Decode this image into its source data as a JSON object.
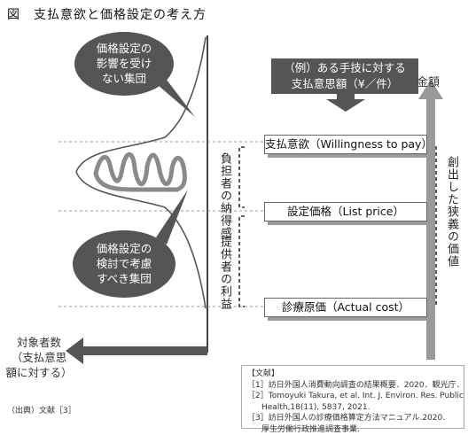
{
  "title": "図　支払意欲と価格設定の考え方",
  "bubble_top": "価格設定の\n影響を受け\nない集団",
  "bubble_bottom": "価格設定の\n検討で考慮\nすべき集団",
  "label_nattoku": "負担者の納得感",
  "label_rieki": "提供者の利益",
  "label_sousyutsu": "創出した狭義の価値",
  "example_box": "（例）ある手技に対する\n支払意思額（¥／件）",
  "amount_label": "金額",
  "box_wtp": "支払意欲（Willingness to pay）",
  "box_price": "設定価格（List price）",
  "box_cost": "診療原価（Actual cost）",
  "x_axis_label": "対象者数\n（支払意思\n額に対する）",
  "source": "（出典）文献［3］",
  "references": {
    "heading": "【文献】",
    "r1": "［1］訪日外国人消費動向調査の結果概要．2020．観光庁．",
    "r2a": "［2］Tomoyuki Takura, et al. Int. J. Environ. Res. Public",
    "r2b": "Health,18(11), 5837, 2021.",
    "r3a": "［3］訪日外国人の診療価格算定方法マニュアル.2020.",
    "r3b": "厚生労働行政推進調査事業."
  }
}
